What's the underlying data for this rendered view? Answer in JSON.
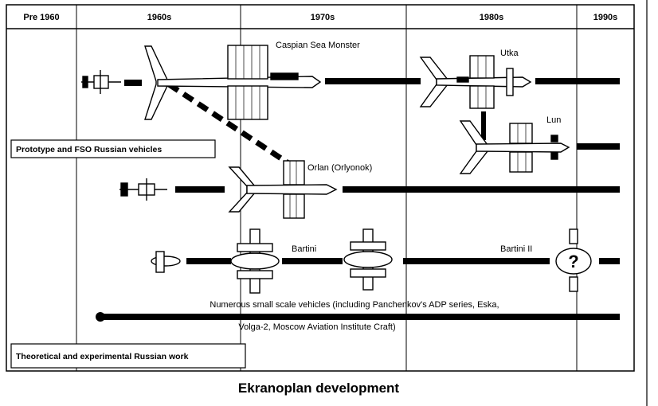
{
  "periods": [
    "Pre 1960",
    "1960s",
    "1970s",
    "1980s",
    "1990s"
  ],
  "vehicles": {
    "caspian": "Caspian Sea Monster",
    "utka": "Utka",
    "lun": "Lun",
    "orlan": "Orlan (Orlyonok)",
    "bartini": "Bartini",
    "bartini2": "Bartini II",
    "question_mark": "?"
  },
  "group_labels": {
    "prototype": "Prototype and FSO Russian vehicles",
    "theoretical": "Theoretical and experimental Russian work"
  },
  "small_scale_note": {
    "line1": "Numerous small scale vehicles (including Panchenkov's ADP series, Eska,",
    "line2": "Volga-2, Moscow Aviation Institute Craft)"
  },
  "caption": "Ekranoplan development"
}
